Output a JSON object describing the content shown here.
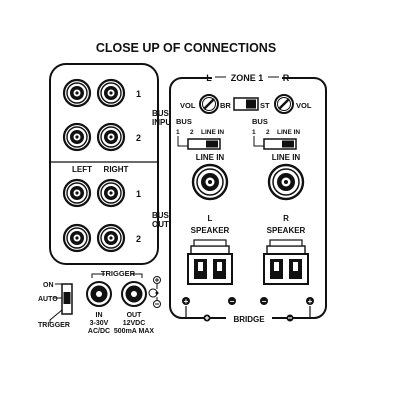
{
  "title": "CLOSE UP OF CONNECTIONS",
  "bus_input": {
    "label_line1": "BUS",
    "label_line2": "INPUT",
    "row_labels": [
      "1",
      "2"
    ]
  },
  "left_right": {
    "left": "LEFT",
    "right": "RIGHT"
  },
  "bus_output": {
    "label_line1": "BUS",
    "label_line2": "OUTPUT",
    "row_labels": [
      "1",
      "2"
    ]
  },
  "mode_switch": {
    "on": "ON",
    "auto": "AUTO",
    "trigger": "TRIGGER"
  },
  "trigger": {
    "header": "TRIGGER",
    "in_label": "IN",
    "in_spec": "3-30V",
    "in_spec2": "AC/DC",
    "out_label": "OUT",
    "out_spec": "12VDC",
    "out_spec2": "500mA MAX"
  },
  "zone": {
    "left": "L",
    "title": "ZONE 1",
    "right": "R",
    "vol_left": "VOL",
    "vol_right": "VOL",
    "br": "BR",
    "st": "ST",
    "bus_left": "BUS",
    "bus_right": "BUS",
    "bus_opts_left": [
      "1",
      "2",
      "LINE IN"
    ],
    "bus_opts_right": [
      "1",
      "2",
      "LINE IN"
    ],
    "line_in_left": "LINE IN",
    "line_in_right": "LINE IN",
    "speaker_left_ch": "L",
    "speaker_left": "SPEAKER",
    "speaker_right_ch": "R",
    "speaker_right": "SPEAKER",
    "bridge": "BRIDGE",
    "plus": "+",
    "minus": "−"
  },
  "colors": {
    "ink": "#111111",
    "paper": "#ffffff"
  }
}
